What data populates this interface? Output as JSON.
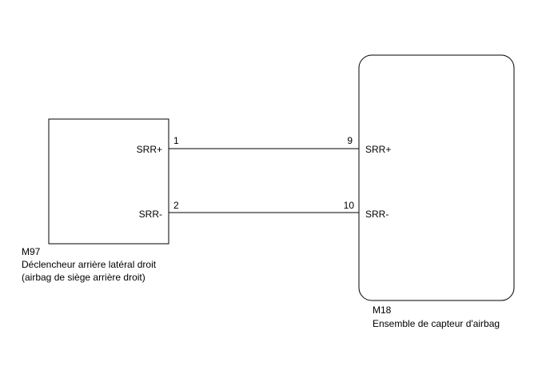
{
  "left_component": {
    "code": "M97",
    "name_line1": "Déclencheur arrière latéral droit",
    "name_line2": "(airbag de siège arrière droit)",
    "terminals": [
      {
        "pin": "1",
        "signal": "SRR+"
      },
      {
        "pin": "2",
        "signal": "SRR-"
      }
    ]
  },
  "right_component": {
    "code": "M18",
    "name": "Ensemble de capteur d'airbag",
    "terminals": [
      {
        "pin": "9",
        "signal": "SRR+"
      },
      {
        "pin": "10",
        "signal": "SRR-"
      }
    ]
  },
  "colors": {
    "line": "#000000",
    "text": "#000000",
    "background": "#ffffff"
  }
}
